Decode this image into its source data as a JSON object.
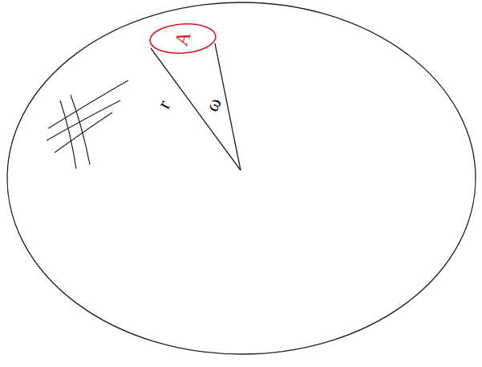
{
  "diagram": {
    "nodes": [
      {
        "text": [
          "A"
        ]
      }
    ],
    "labels": [
      "r",
      "ω"
    ]
  }
}
